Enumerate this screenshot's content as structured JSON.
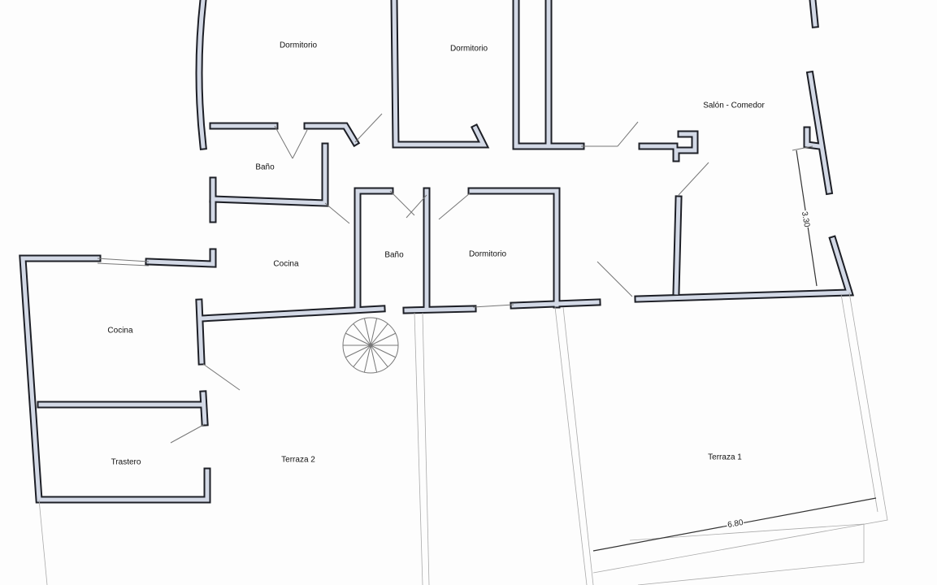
{
  "rooms": {
    "dormitorio_1": "Dormitorio",
    "dormitorio_2": "Dormitorio",
    "salon_comedor": "Salón - Comedor",
    "bano_1": "Baño",
    "cocina_1": "Cocina",
    "bano_2": "Baño",
    "dormitorio_3": "Dormitorio",
    "cocina_2": "Cocina",
    "trastero": "Trastero",
    "terraza_2": "Terraza 2",
    "terraza_1": "Terraza 1"
  },
  "dimensions": {
    "salon_depth": "3.30",
    "terraza_width": "6.80"
  },
  "colors": {
    "wall_fill": "#d3d9e6",
    "wall_outline": "#1d1f26"
  }
}
